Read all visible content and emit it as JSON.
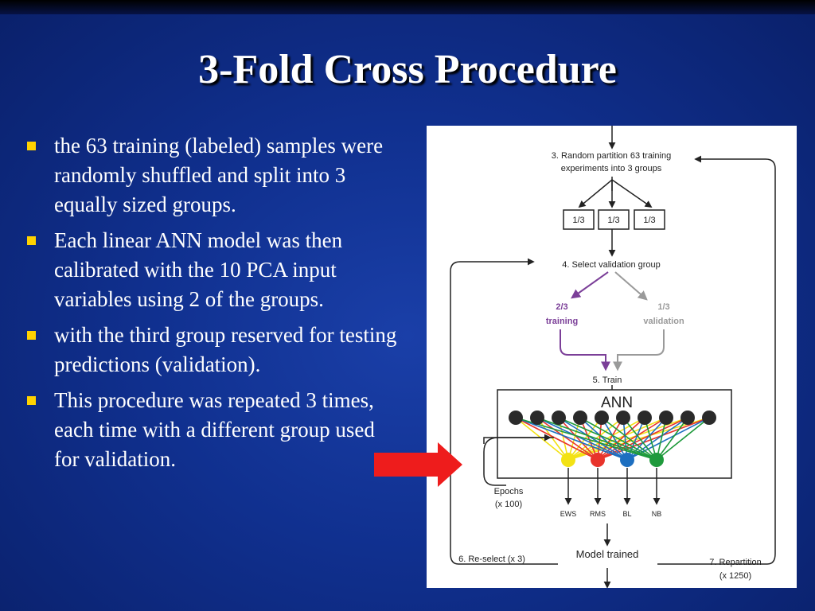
{
  "slide": {
    "title": "3-Fold Cross Procedure",
    "bullets": [
      "the 63 training (labeled) samples were randomly shuffled and split into 3 equally sized groups.",
      "Each linear ANN model was then calibrated with the 10 PCA input variables using 2 of the groups.",
      "with the third group reserved for testing predictions (validation).",
      "This procedure was repeated 3 times, each time with a different group used for validation."
    ]
  },
  "diagram": {
    "step3_line1": "3. Random partition 63 training",
    "step3_line2": "experiments into 3 groups",
    "groups": [
      "1/3",
      "1/3",
      "1/3"
    ],
    "step4": "4. Select validation group",
    "training_frac": "2/3",
    "training_label": "training",
    "validation_frac": "1/3",
    "validation_label": "validation",
    "step5": "5. Train",
    "ann_label": "ANN",
    "epochs_line1": "Epochs",
    "epochs_line2": "(x 100)",
    "outputs": [
      "EWS",
      "RMS",
      "BL",
      "NB"
    ],
    "model_trained": "Model trained",
    "step6": "6. Re-select (x 3)",
    "step7_line1": "7. Repartition",
    "step7_line2": "(x 1250)",
    "colors": {
      "training": "#7b3f98",
      "validation": "#9a9a9a",
      "output_yellow": "#f3e214",
      "output_red": "#e8332b",
      "output_blue": "#1d6fc0",
      "output_green": "#1f9a3c",
      "highlight_arrow": "#ee1c1c"
    }
  }
}
